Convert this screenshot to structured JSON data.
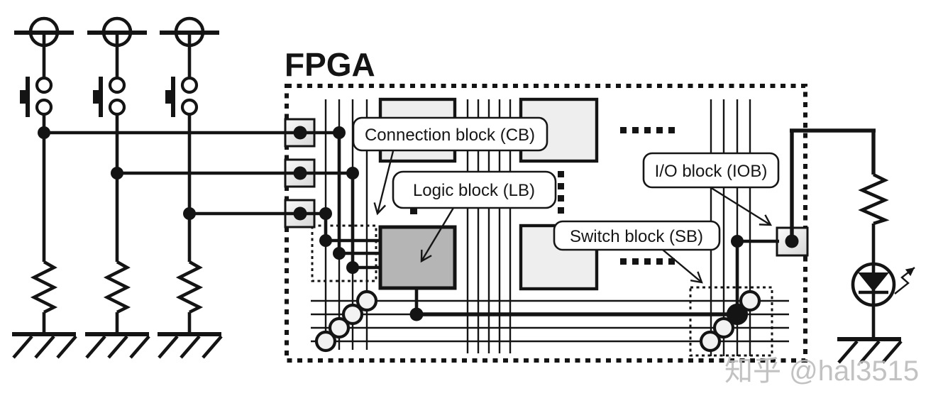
{
  "diagram": {
    "title": "FPGA",
    "callouts": {
      "connection_block": "Connection block (CB)",
      "logic_block": "Logic block (LB)",
      "switch_block": "Switch block (SB)",
      "io_block": "I/O block (IOB)"
    },
    "watermark": "知乎 @hal3515",
    "colors": {
      "line": "#141414",
      "block_fill": "#eeeeee",
      "logic_block_fill": "#b5b5b5",
      "io_block_fill_top": "#fbfbfb",
      "io_block_fill_bottom": "#d6d6d6",
      "switch_circle_fill": "#f2f2f2",
      "watermark": "#bdbdbd",
      "background": "#ffffff"
    },
    "components": {
      "inputs": [
        "push-button-input-1",
        "push-button-input-2",
        "push-button-input-3"
      ],
      "fpga_internals": [
        "io-blocks",
        "connection-block",
        "logic-blocks",
        "switch-blocks",
        "routing-channels"
      ],
      "output": [
        "series-resistor",
        "led",
        "ground"
      ]
    }
  }
}
